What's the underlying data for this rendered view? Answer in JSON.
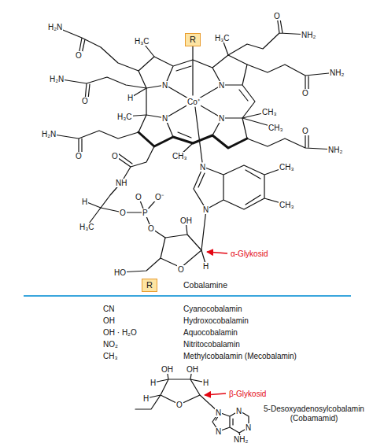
{
  "diagram": {
    "nodes": [
      {
        "text": [
          "R"
        ]
      },
      {
        "text": [
          "R"
        ]
      }
    ],
    "labels": [
      "H₂N",
      "O",
      "H₃C",
      "H₃C",
      "O",
      "NH₂",
      "H₂N",
      "O",
      "N",
      "N",
      "Co⁺",
      "O",
      "NH₂",
      "H",
      "H₃C",
      "CH₃",
      "CH₃",
      "N",
      "N",
      "O",
      "NH₂",
      "H₂N",
      "O",
      "CH₃",
      "O",
      "N",
      "CH₃",
      "NH",
      "O",
      "O⁻",
      "H",
      "H₃C",
      "O",
      "P",
      "N",
      "CH₃",
      "OH",
      "O",
      "H",
      "α-Glykosid",
      "O",
      "HO",
      "Cobalamine",
      "CN",
      "Cyanocobalamin",
      "OH",
      "Hydroxocobalamin",
      "OH · H₂O",
      "Aquocobalamin",
      "NO₂",
      "Nitritocobalamin",
      "CH₃",
      "Methylcobalamin (Mecobalamin)",
      "OH",
      "OH",
      "H",
      "H",
      "β-Glykosid",
      "H",
      "O",
      "N",
      "N",
      "N",
      "N",
      "NH₂",
      "5-Desoxyadenosylcobalamin (Cobamamid)"
    ]
  }
}
